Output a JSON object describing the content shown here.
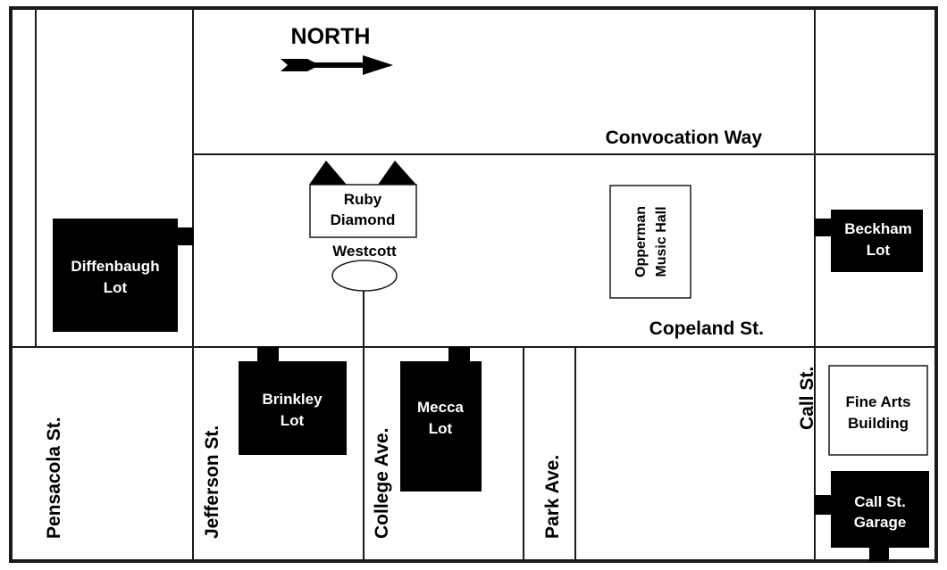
{
  "north": {
    "label": "NORTH"
  },
  "streets": {
    "convocation": "Convocation Way",
    "copeland": "Copeland St.",
    "pensacola": "Pensacola St.",
    "jefferson": "Jefferson St.",
    "college": "College Ave.",
    "park": "Park Ave.",
    "call": "Call St."
  },
  "buildings": {
    "ruby_diamond": [
      "Ruby",
      "Diamond"
    ],
    "westcott": "Westcott",
    "opperman": [
      "Opperman",
      "Music Hall"
    ],
    "fine_arts": [
      "Fine Arts",
      "Building"
    ]
  },
  "lots": {
    "diffenbaugh": [
      "Diffenbaugh",
      "Lot"
    ],
    "brinkley": [
      "Brinkley",
      "Lot"
    ],
    "mecca": [
      "Mecca",
      "Lot"
    ],
    "beckham": [
      "Beckham",
      "Lot"
    ],
    "call_garage": [
      "Call St.",
      "Garage"
    ]
  },
  "colors": {
    "line": "#1a1a1a",
    "lot_fill": "#000000",
    "lot_text": "#ffffff",
    "background": "#ffffff"
  }
}
